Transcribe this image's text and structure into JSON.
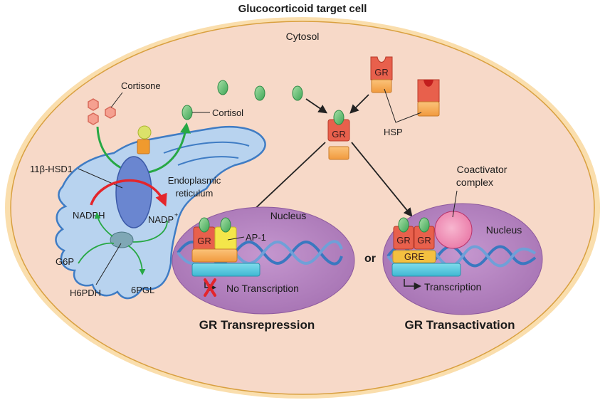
{
  "title": "Glucocorticoid target cell",
  "compartments": {
    "cytosol": "Cytosol",
    "er": [
      "Endoplasmic",
      "reticulum"
    ],
    "nucleus": "Nucleus"
  },
  "molecules": {
    "cortisone": "Cortisone",
    "cortisol": "Cortisol",
    "enzyme": "11β-HSD1",
    "nadph": "NADPH",
    "nadp": "NADP",
    "nadp_sup": "+",
    "g6p": "G6P",
    "h6pdh": "H6PDH",
    "pgl": "6PGL",
    "hsp": "HSP",
    "gr": "GR",
    "ap1": "AP-1",
    "gre": "GRE",
    "coactivator": [
      "Coactivator",
      "complex"
    ]
  },
  "pathways": {
    "left": {
      "outcome": "No Transcription",
      "heading": "GR Transrepression"
    },
    "connector": "or",
    "right": {
      "outcome": "Transcription",
      "heading": "GR Transactivation"
    }
  },
  "colors": {
    "cell_fill": "#f7d9c8",
    "membrane": "#f0b64a",
    "er_fill": "#b8d3ef",
    "er_stroke": "#3f7cc4",
    "nucleus_fill": "#b583c0",
    "gr_red": "#e8604c",
    "hsp_orange": "#f5a24c",
    "cortisol_green": "#5fbf6a",
    "ap1_yellow": "#f4e64a",
    "dna_blue": "#3a78c0",
    "coactivator_pink": "#ef8fb4",
    "arrow_green": "#27a844",
    "arrow_red": "#e4252b"
  }
}
